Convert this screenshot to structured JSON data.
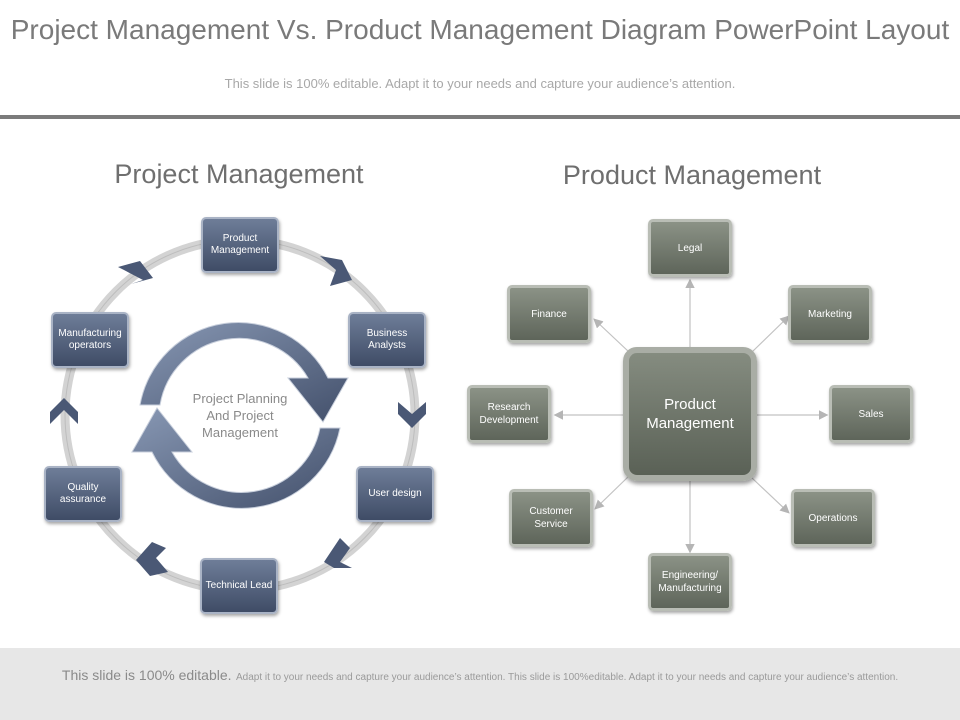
{
  "header": {
    "title": "Project Management Vs. Product Management Diagram PowerPoint Layout",
    "subtitle": "This slide is 100% editable. Adapt it to your needs and capture your audience’s attention."
  },
  "project_management": {
    "title": "Project Management",
    "center_label": "Project Planning And Project Management",
    "nodes": {
      "product_management": "Product Management",
      "business_analysts": "Business Analysts",
      "user_design": "User design",
      "technical_lead": "Technical Lead",
      "quality_assurance": "Quality assurance",
      "manufacturing_operators": "Manufacturing operators"
    }
  },
  "product_management": {
    "title": "Product Management",
    "center": "Product Management",
    "nodes": {
      "legal": "Legal",
      "marketing": "Marketing",
      "sales": "Sales",
      "operations": "Operations",
      "engineering": "Engineering/ Manufacturing",
      "customer_service": "Customer Service",
      "research": "Research Development",
      "finance": "Finance"
    }
  },
  "footer": {
    "lead": "This slide is 100% editable.",
    "text": "Adapt it to your needs and capture your audience’s attention. This slide is 100%editable. Adapt it to your needs and capture your audience’s attention."
  },
  "colors": {
    "pm_node": "#4f5d78",
    "product_node": "#6d7469",
    "ring": "#cfcfcf",
    "arrow": "#4a5875"
  }
}
